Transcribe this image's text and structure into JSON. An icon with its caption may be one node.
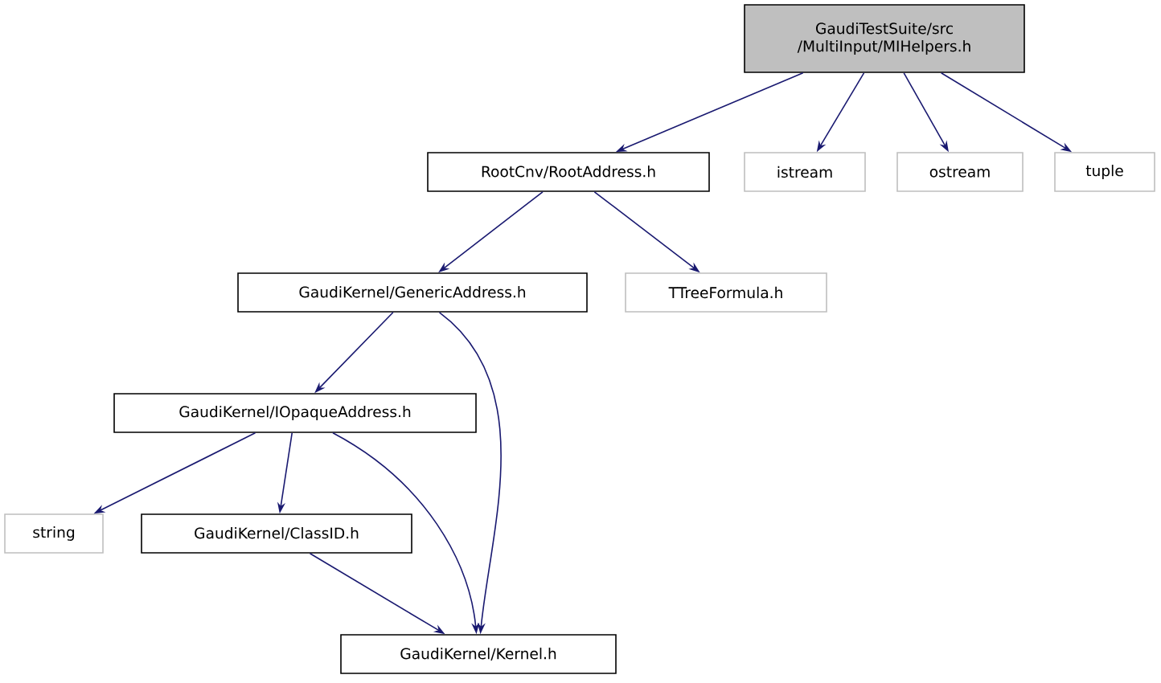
{
  "diagram": {
    "nodes": [
      {
        "text": [
          "GaudiTestSuite/src /MultiInput/MIHelpers.h"
        ]
      },
      {
        "text": [
          "RootCnv/RootAddress.h"
        ]
      },
      {
        "text": [
          "istream"
        ]
      },
      {
        "text": [
          "ostream"
        ]
      },
      {
        "text": [
          "tuple"
        ]
      },
      {
        "text": [
          "GaudiKernel/GenericAddress.h"
        ]
      },
      {
        "text": [
          "TTreeFormula.h"
        ]
      },
      {
        "text": [
          "GaudiKernel/IOpaqueAddress.h"
        ]
      },
      {
        "text": [
          "string"
        ]
      },
      {
        "text": [
          "GaudiKernel/ClassID.h"
        ]
      },
      {
        "text": [
          "GaudiKernel/Kernel.h"
        ]
      }
    ],
    "edges": [
      {
        "from": 0,
        "to": 1,
        "arrow": "to"
      },
      {
        "from": 0,
        "to": 2,
        "arrow": "to"
      },
      {
        "from": 0,
        "to": 3,
        "arrow": "to"
      },
      {
        "from": 0,
        "to": 4,
        "arrow": "to"
      },
      {
        "from": 1,
        "to": 5,
        "arrow": "to"
      },
      {
        "from": 1,
        "to": 6,
        "arrow": "to"
      },
      {
        "from": 5,
        "to": 7,
        "arrow": "to"
      },
      {
        "from": 5,
        "to": 10,
        "arrow": "to"
      },
      {
        "from": 7,
        "to": 8,
        "arrow": "to"
      },
      {
        "from": 7,
        "to": 9,
        "arrow": "to"
      },
      {
        "from": 7,
        "to": 10,
        "arrow": "to"
      },
      {
        "from": 9,
        "to": 10,
        "arrow": "to"
      }
    ]
  }
}
